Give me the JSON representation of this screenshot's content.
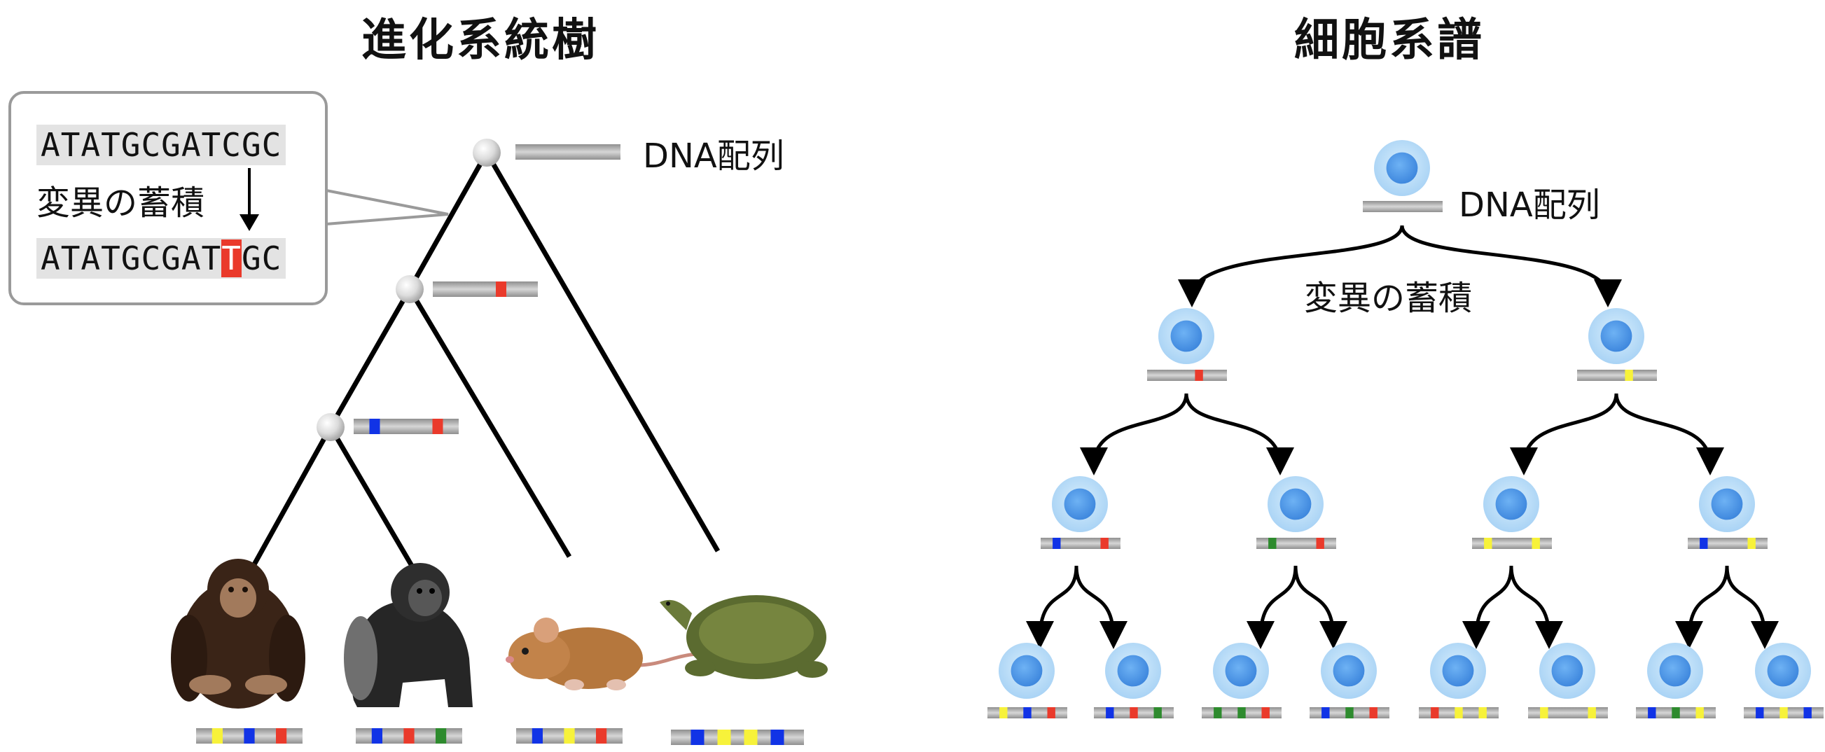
{
  "left_panel": {
    "title": "進化系統樹",
    "dna_label": "DNA配列",
    "callout": {
      "seq_before": "ATATGCGATCGC",
      "mutation_label": "変異の蓄積",
      "seq_after_prefix": "ATATGCGAT",
      "seq_after_mut": "T",
      "seq_after_suffix": "GC"
    },
    "node_bars": [
      {
        "marks": []
      },
      {
        "marks": [
          "red"
        ]
      },
      {
        "marks": [
          "blue",
          "red"
        ]
      }
    ],
    "species": [
      {
        "animal": "chimpanzee",
        "marks": [
          "yellow",
          "blue",
          "red"
        ]
      },
      {
        "animal": "gorilla",
        "marks": [
          "blue",
          "red",
          "green"
        ]
      },
      {
        "animal": "mouse",
        "marks": [
          "blue",
          "yellow",
          "red"
        ]
      },
      {
        "animal": "turtle",
        "marks": [
          "blue",
          "yellow",
          "yellow",
          "blue"
        ]
      }
    ]
  },
  "right_panel": {
    "title": "細胞系譜",
    "dna_label": "DNA配列",
    "mutation_label": "変異の蓄積",
    "level1": [
      {
        "marks": [
          "red"
        ]
      },
      {
        "marks": [
          "yellow"
        ]
      }
    ],
    "level2": [
      {
        "marks": [
          "blue",
          "red"
        ]
      },
      {
        "marks": [
          "green",
          "red"
        ]
      },
      {
        "marks": [
          "yellow",
          "yellow"
        ]
      },
      {
        "marks": [
          "blue",
          "yellow"
        ]
      }
    ],
    "level3": [
      {
        "marks": [
          "yellow",
          "blue",
          "red"
        ]
      },
      {
        "marks": [
          "blue",
          "red",
          "green"
        ]
      },
      {
        "marks": [
          "green",
          "green",
          "red"
        ]
      },
      {
        "marks": [
          "blue",
          "green",
          "red"
        ]
      },
      {
        "marks": [
          "red",
          "yellow",
          "yellow"
        ]
      },
      {
        "marks": [
          "yellow",
          "yellow"
        ]
      },
      {
        "marks": [
          "blue",
          "green",
          "yellow"
        ]
      },
      {
        "marks": [
          "blue",
          "yellow",
          "blue"
        ]
      }
    ]
  },
  "colors": {
    "bar": "#a9a9a9",
    "red": "#ea3a2b",
    "blue": "#1133e6",
    "yellow": "#f7f23a",
    "green": "#2e8b2e",
    "cell_outer": "#b7ddf8",
    "cell_inner": "#4f9bea"
  },
  "icons": [
    "chimpanzee-icon",
    "gorilla-icon",
    "mouse-icon",
    "turtle-icon",
    "cell-icon",
    "arrow-icon"
  ]
}
